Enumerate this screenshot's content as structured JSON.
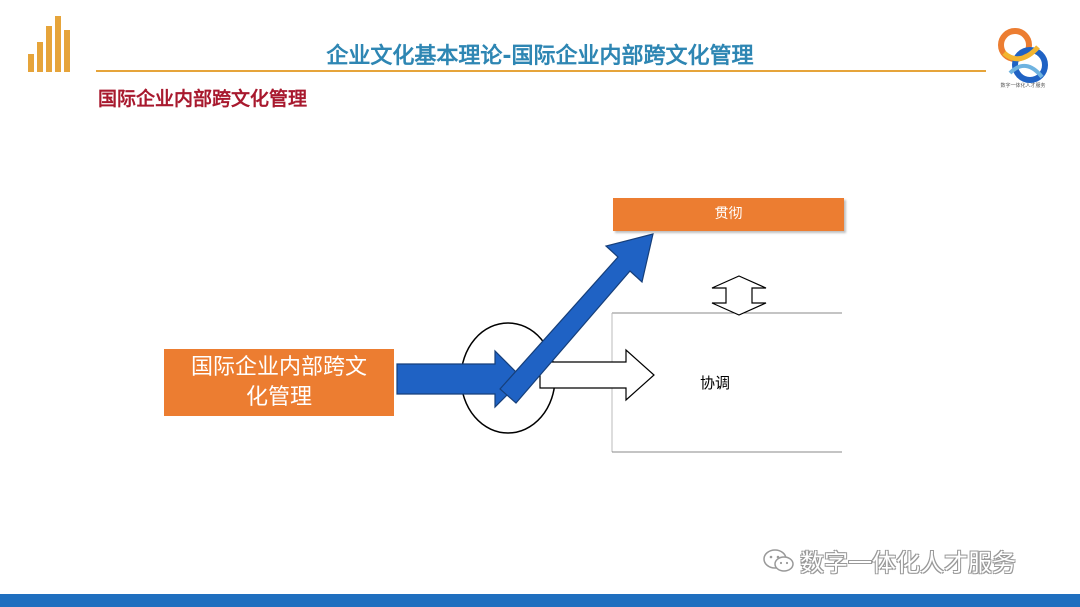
{
  "header": {
    "title": "企业文化基本理论-国际企业内部跨文化管理",
    "brand_caption": "数字一体化人才服务"
  },
  "section": {
    "heading": "国际企业内部跨文化管理"
  },
  "diagram": {
    "main_box_label": "国际企业内部跨文化管理",
    "top_box_label": "贯彻",
    "coordination_label": "协调"
  },
  "watermark": {
    "text": "数字一体化人才服务",
    "icon": "wechat-icon"
  },
  "colors": {
    "orange": "#ec7d31",
    "blue": "#1f62c4",
    "title_blue": "#2e86b3",
    "heading_red": "#a8192e",
    "gold": "#e6a43a",
    "footer_blue": "#1f6fbf"
  }
}
